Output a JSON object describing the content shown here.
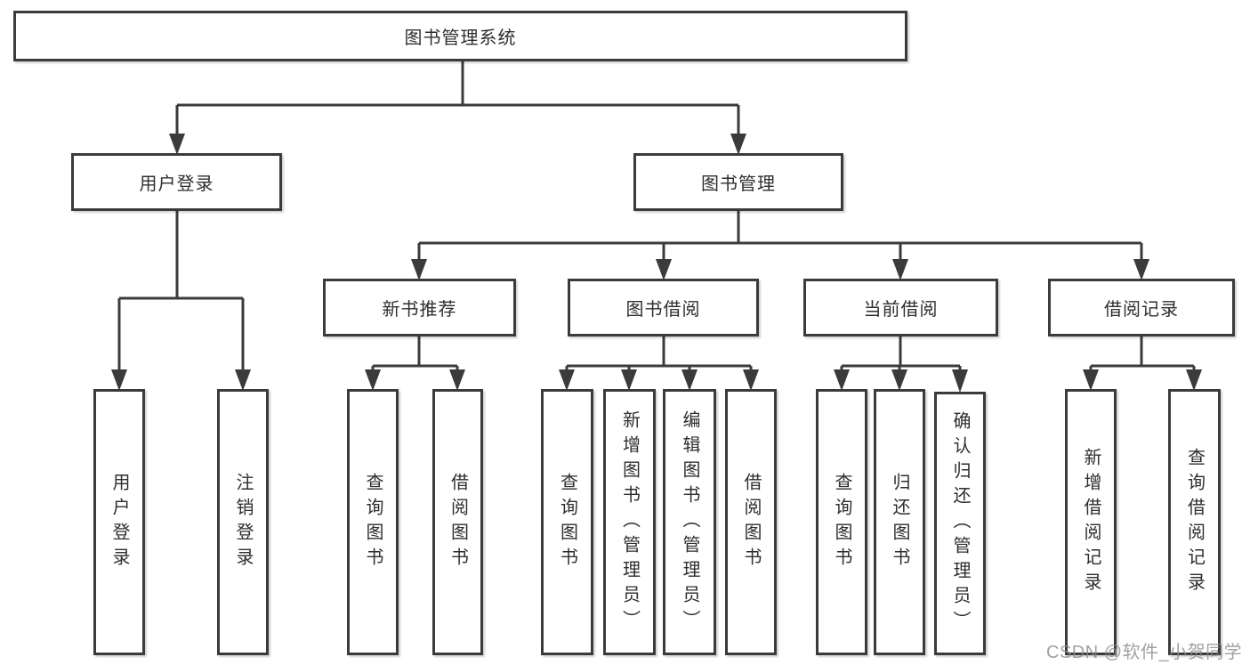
{
  "tree": {
    "label": "图书管理系统",
    "children": [
      {
        "label": "用户登录",
        "children": [
          {
            "label": "用户登录"
          },
          {
            "label": "注销登录"
          }
        ]
      },
      {
        "label": "图书管理",
        "children": [
          {
            "label": "新书推荐",
            "children": [
              {
                "label": "查询图书"
              },
              {
                "label": "借阅图书"
              }
            ]
          },
          {
            "label": "图书借阅",
            "children": [
              {
                "label": "查询图书"
              },
              {
                "label": "新增图书（管理员）"
              },
              {
                "label": "编辑图书（管理员）"
              },
              {
                "label": "借阅图书"
              }
            ]
          },
          {
            "label": "当前借阅",
            "children": [
              {
                "label": "查询图书"
              },
              {
                "label": "归还图书"
              },
              {
                "label": "确认归还（管理员）"
              }
            ]
          },
          {
            "label": "借阅记录",
            "children": [
              {
                "label": "新增借阅记录"
              },
              {
                "label": "查询借阅记录"
              }
            ]
          }
        ]
      }
    ]
  },
  "watermark": {
    "text": "CSDN @软件_小贺同学"
  },
  "colors": {
    "line": "#3b3b3b",
    "text": "#2e2e2e",
    "box_bg": "#ffffff",
    "watermark": "#8a8a8a"
  }
}
